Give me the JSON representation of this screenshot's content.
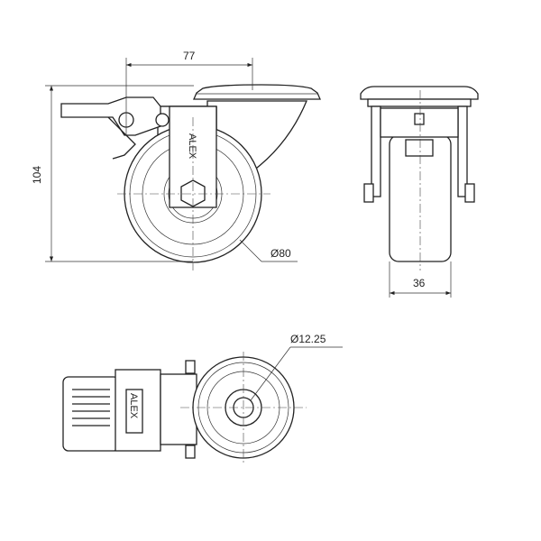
{
  "drawing": {
    "logo_text": "ALEX",
    "dimensions": {
      "offset_width": "77",
      "total_height": "104",
      "wheel_diameter": "Ø80",
      "wheel_width": "36",
      "bolt_hole_diameter": "Ø12.25"
    }
  }
}
